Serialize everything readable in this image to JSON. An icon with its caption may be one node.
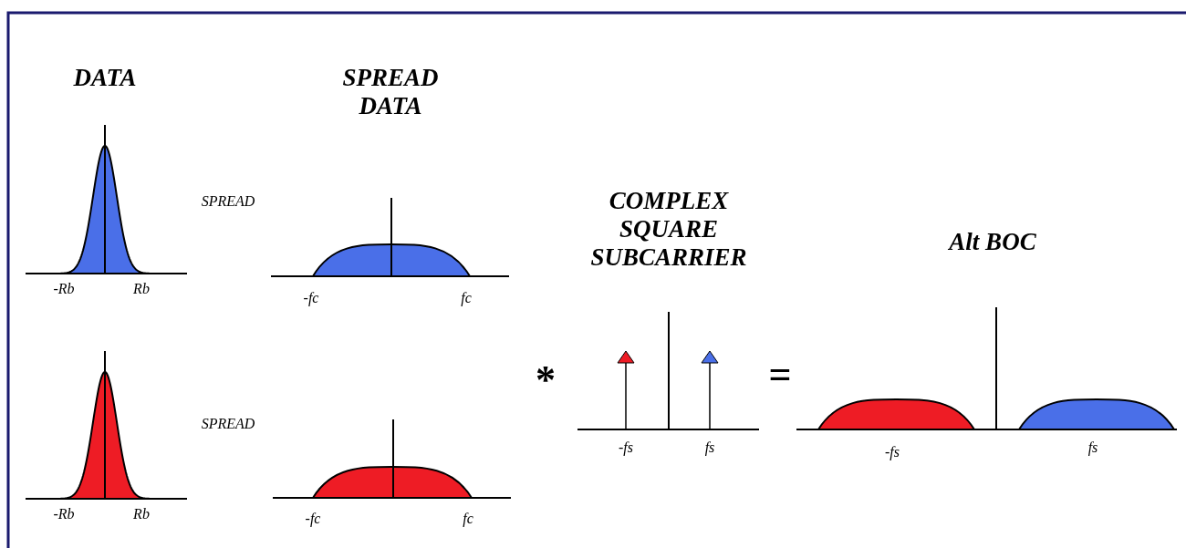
{
  "diagram": {
    "labels": [
      "DATA",
      "SPREAD DATA",
      "SPREAD",
      "COMPLEX SQUARE SUBCARRIER",
      "Alt BOC",
      "-Rb",
      "Rb",
      "-fc",
      "fc",
      "*",
      "=",
      "SPREAD",
      "-fs",
      "fs",
      "-fs",
      "fs",
      "-Rb",
      "Rb",
      "-fc",
      "fc"
    ]
  }
}
